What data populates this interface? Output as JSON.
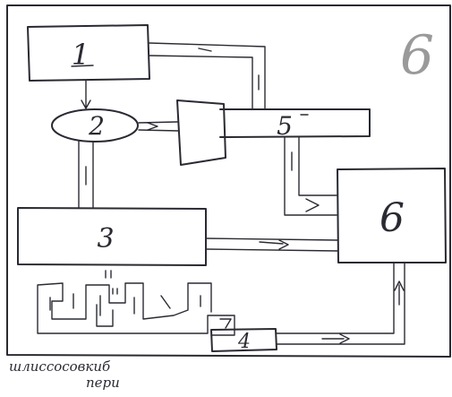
{
  "diagram": {
    "corner_number": "6",
    "blocks": {
      "b1": "1",
      "b2": "2",
      "b3": "3",
      "b4": "4",
      "b5": "5",
      "b6": "6"
    },
    "caption_line1": "шлиссосовкиб",
    "caption_line2": "пери",
    "colors": {
      "ink": "#2a2a33",
      "faint": "#9a9a9a",
      "paper": "#ffffff"
    }
  }
}
